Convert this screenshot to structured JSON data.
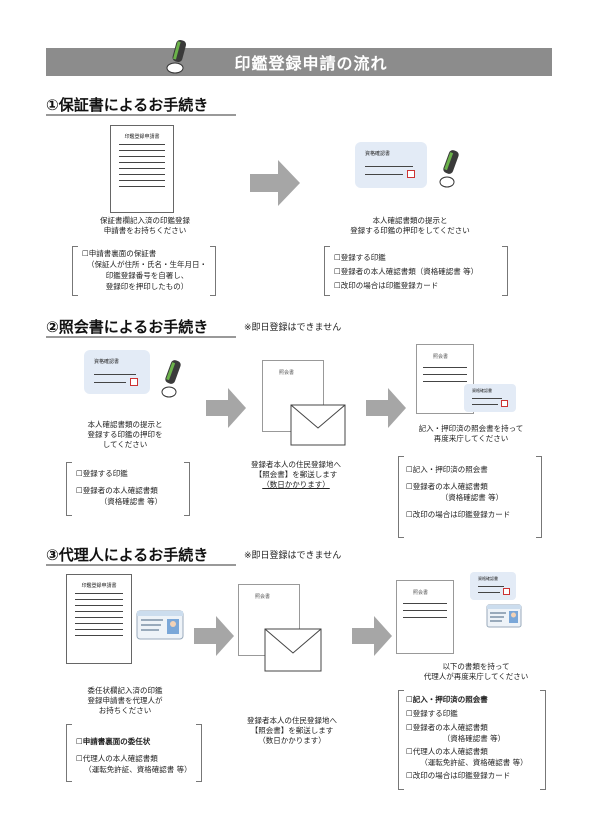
{
  "title": "印鑑登録申請の流れ",
  "sections": [
    {
      "heading": "①保証書によるお手続き",
      "note": "",
      "doc_title": "印鑑登録申請書",
      "step1_caption": [
        "保証書欄記入済の印鑑登録",
        "申請書をお持ちください"
      ],
      "step1_list": [
        "☐申請書裏面の保証書",
        "（保証人が住所・氏名・生年月日・",
        "印鑑登録番号を自署し、",
        "登録印を押印したもの）"
      ],
      "card_title": "資格確認書",
      "step2_caption": [
        "本人確認書類の提示と",
        "登録する印鑑の押印をしてください"
      ],
      "step2_list": [
        "☐登録する印鑑",
        "☐登録者の本人確認書類（資格確認書 等）",
        "☐改印の場合は印鑑登録カード"
      ]
    },
    {
      "heading": "②照会書によるお手続き",
      "note": "※即日登録はできません",
      "card_title": "資格確認書",
      "step1_caption": [
        "本人確認書類の提示と",
        "登録する印鑑の押印を",
        "してください"
      ],
      "step1_list": [
        "☐登録する印鑑",
        "☐登録者の本人確認書類",
        "（資格確認書 等）"
      ],
      "doc_label": "照会書",
      "step2_caption": [
        "登録者本人の住民登録地へ",
        "【照会書】を郵送します",
        "（数日かかります）"
      ],
      "step3_doc_label": "照会書",
      "step3_card_title": "資格確認書",
      "step3_caption": [
        "記入・押印済の照会書を持って",
        "再度来庁してください"
      ],
      "step3_list": [
        "☐記入・押印済の照会書",
        "☐登録者の本人確認書類",
        "（資格確認書 等）",
        "☐改印の場合は印鑑登録カード"
      ]
    },
    {
      "heading": "③代理人によるお手続き",
      "note": "※即日登録はできません",
      "doc_title": "印鑑登録申請書",
      "step1_caption": [
        "委任状欄記入済の印鑑",
        "登録申請書を代理人が",
        "お持ちください"
      ],
      "step1_list": [
        "☐申請書裏面の委任状",
        "☐代理人の本人確認書類",
        "（運転免許証、資格確認書 等）"
      ],
      "doc_label": "照会書",
      "step2_caption": [
        "登録者本人の住民登録地へ",
        "【照会書】を郵送します",
        "（数日かかります）"
      ],
      "step3_doc_label": "照会書",
      "step3_card_title": "資格確認書",
      "step3_caption": [
        "以下の書類を持って",
        "代理人が再度来庁してください"
      ],
      "step3_list": [
        "☐記入・押印済の照会書",
        "☐登録する印鑑",
        "☐登録者の本人確認書類",
        "（資格確認書 等）",
        "☐代理人の本人確認書類",
        "（運転免許証、資格確認書 等）",
        "☐改印の場合は印鑑登録カード"
      ]
    }
  ],
  "colors": {
    "title_bar": "#8c8c8c",
    "arrow": "#a6a6a6",
    "card": "#e3ebf6",
    "seal": "#3a3a3a",
    "seal_accent": "#6bb24a"
  }
}
